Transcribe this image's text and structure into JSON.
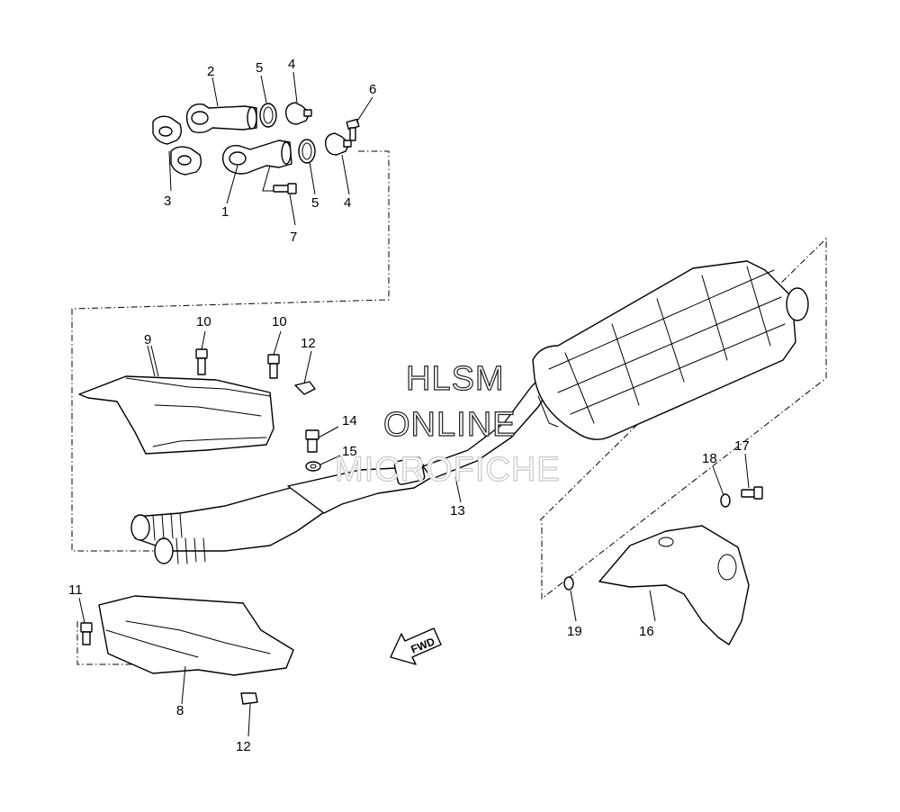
{
  "diagram": {
    "callouts": [
      "1",
      "2",
      "3",
      "4",
      "4",
      "5",
      "5",
      "6",
      "7",
      "8",
      "9",
      "10",
      "10",
      "11",
      "12",
      "12",
      "13",
      "14",
      "15",
      "16",
      "17",
      "18",
      "19"
    ],
    "fwd_label": "FWD"
  },
  "watermark": {
    "line1": "HLSM",
    "line2": "ONLINE",
    "line3": "MICROFICHE"
  },
  "colors": {
    "line": "#000000",
    "background": "#ffffff",
    "watermark_outline": "#222222",
    "watermark_faint": "#c9c9c9"
  }
}
